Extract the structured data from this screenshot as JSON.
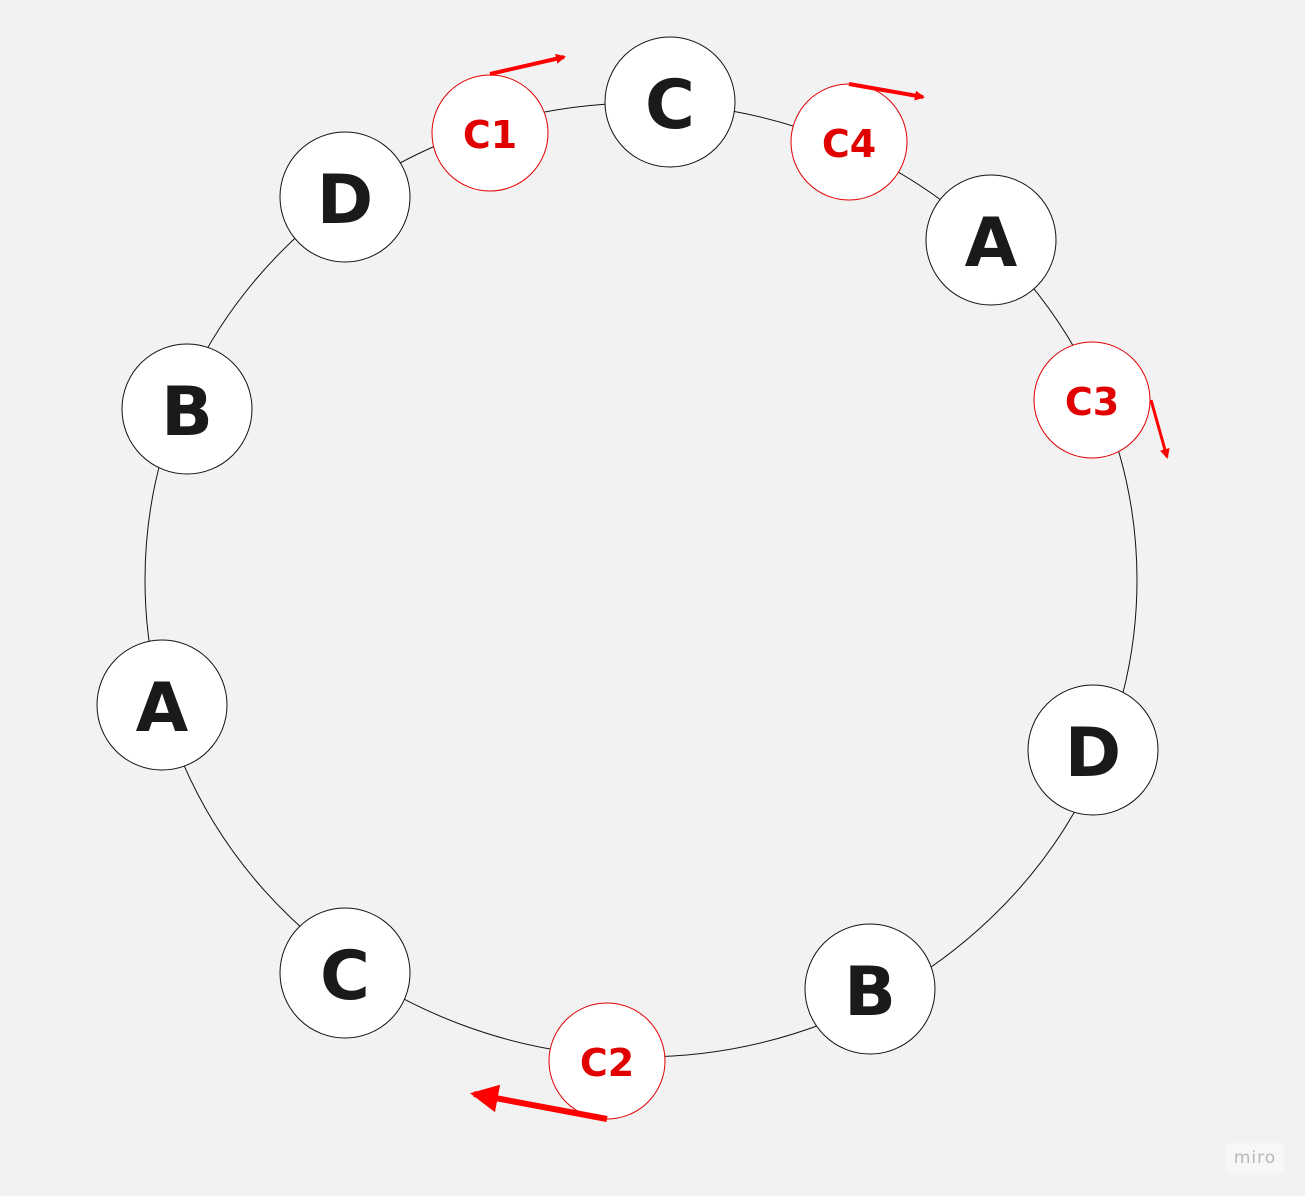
{
  "ring": {
    "nodes": [
      {
        "label": "C"
      },
      {
        "label": "A"
      },
      {
        "label": "D"
      },
      {
        "label": "B"
      },
      {
        "label": "C"
      },
      {
        "label": "A"
      },
      {
        "label": "B"
      },
      {
        "label": "D"
      }
    ],
    "clients": [
      {
        "label": "C1"
      },
      {
        "label": "C4"
      },
      {
        "label": "C3"
      },
      {
        "label": "C2"
      }
    ]
  },
  "colors": {
    "background": "#f2f2f2",
    "node_stroke": "#111111",
    "node_fill": "#ffffff",
    "client_stroke": "#e00000",
    "client_text": "#e00000",
    "arrow": "#ff0000",
    "ring": "#111111"
  },
  "brand": {
    "watermark": "miro"
  }
}
